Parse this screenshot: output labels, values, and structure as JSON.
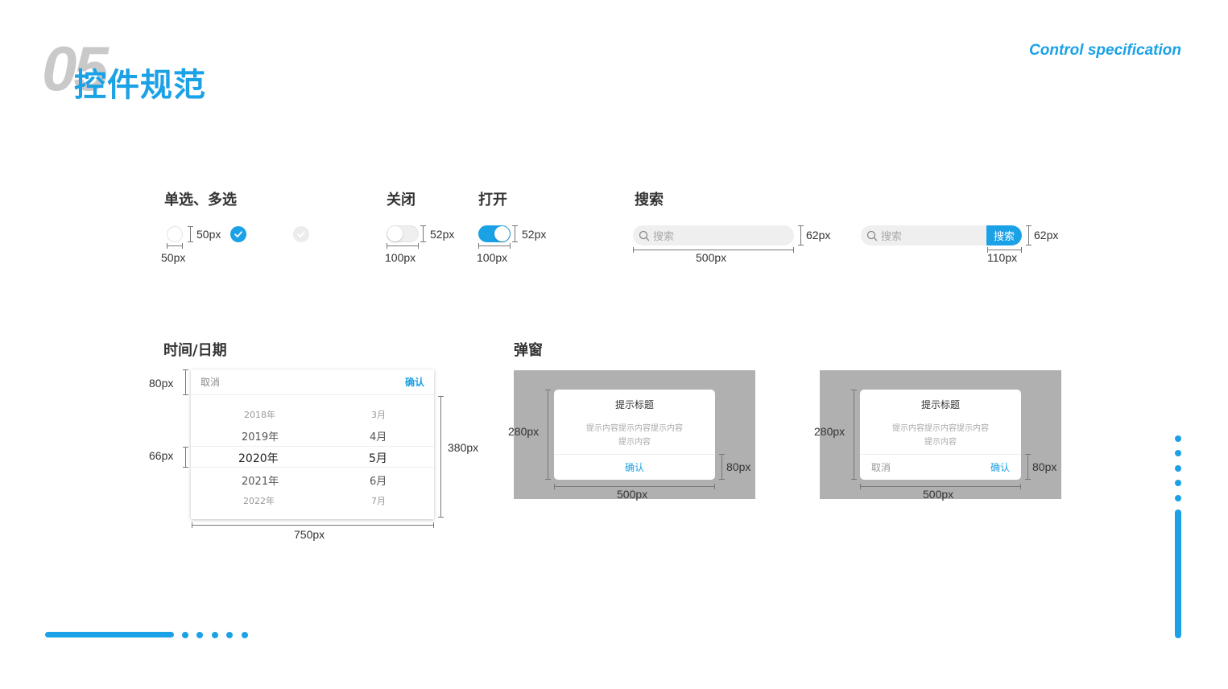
{
  "header": {
    "number": "05",
    "title": "控件规范",
    "subtitle_en": "Control specification"
  },
  "colors": {
    "accent": "#1aa1e6",
    "overlay": "#b0b0b0"
  },
  "sections": {
    "radio": {
      "title": "单选、多选",
      "height_label": "50px",
      "width_label": "50px"
    },
    "switch_off": {
      "title": "关闭",
      "height_label": "52px",
      "width_label": "100px"
    },
    "switch_on": {
      "title": "打开",
      "height_label": "52px",
      "width_label": "100px"
    },
    "search": {
      "title": "搜索",
      "placeholder": "搜索",
      "height_label": "62px",
      "width_label": "500px",
      "button_label": "搜索",
      "button_height_label": "62px",
      "button_width_label": "110px"
    },
    "datetime": {
      "title": "时间/日期",
      "cancel": "取消",
      "confirm": "确认",
      "years": [
        "2018年",
        "2019年",
        "2020年",
        "2021年",
        "2022年"
      ],
      "months": [
        "3月",
        "4月",
        "5月",
        "6月",
        "7月"
      ],
      "header_height_label": "80px",
      "row_height_label": "66px",
      "height_label": "380px",
      "width_label": "750px"
    },
    "dialog": {
      "title": "弹窗",
      "dialog_title": "提示标题",
      "content_1": "提示内容提示内容提示内容",
      "content_2": "提示内容",
      "confirm": "确认",
      "cancel": "取消",
      "height_label": "280px",
      "footer_height_label": "80px",
      "width_label": "500px"
    }
  }
}
